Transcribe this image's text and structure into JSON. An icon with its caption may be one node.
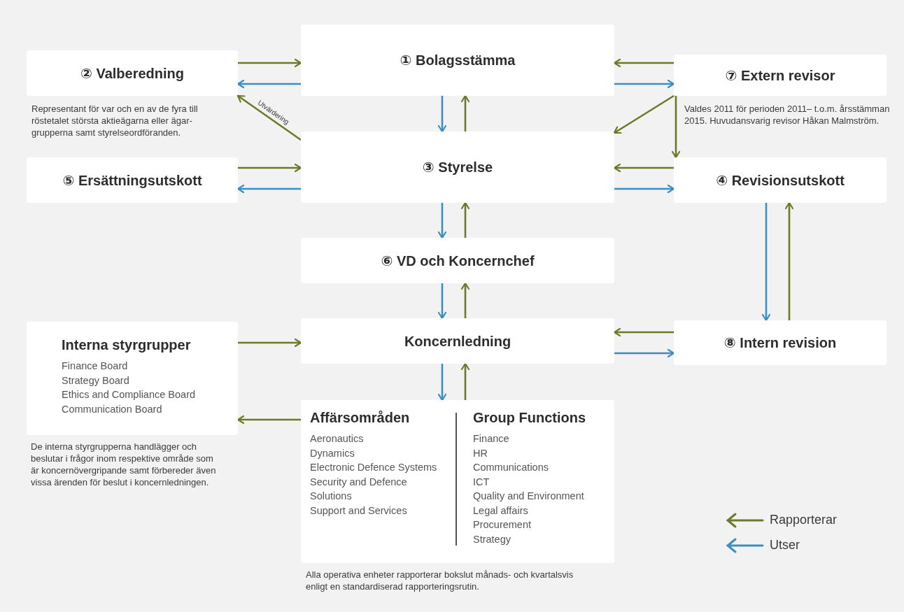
{
  "diagram": {
    "nodes": [
      {
        "text": [
          "① Bolagsstämma"
        ]
      },
      {
        "text": [
          "② Valberedning"
        ],
        "beside": [
          "Representant för var och en av de fyra till röstetalet största aktieägarna eller ägar-grupperna samt styrelseordföranden."
        ]
      },
      {
        "text": [
          "⑦ Extern revisor"
        ],
        "beside": [
          "Valdes 2011 för perioden 2011– t.o.m. årsstämman 2015. Huvudansvarig revisor Håkan Malmström."
        ]
      },
      {
        "text": [
          "③ Styrelse"
        ]
      },
      {
        "text": [
          "⑤ Ersättningsutskott"
        ]
      },
      {
        "text": [
          "④ Revisionsutskott"
        ]
      },
      {
        "text": [
          "⑥ VD och Koncernchef"
        ]
      },
      {
        "text": [
          "Koncernledning"
        ]
      },
      {
        "text": [
          "Interna styrgrupper",
          "Finance Board",
          "Strategy Board",
          "Ethics and Compliance Board",
          "Communication Board"
        ],
        "beside": [
          "De interna styrgrupperna handlägger och beslutar i frågor inom respektive område som är koncernövergripande samt förbereder även vissa ärenden för beslut i koncernledningen."
        ]
      },
      {
        "text": [
          "⑧ Intern revision"
        ]
      },
      {
        "text": [
          "Affärsområden",
          "Aeronautics",
          "Dynamics",
          "Electronic Defence Systems",
          "Security and Defence Solutions",
          "Support and Services",
          "Group Functions",
          "Finance",
          "HR",
          "Communications",
          "ICT",
          "Quality and Environment",
          "Legal affairs",
          "Procurement",
          "Strategy"
        ],
        "beside": [
          "Alla operativa enheter rapporterar bokslut månads- och kvartalsvis enligt en standardiserad rapporteringsrutin."
        ]
      }
    ],
    "edges": [
      {
        "from": 1,
        "to": 0,
        "arrow": "to"
      },
      {
        "from": 0,
        "to": 1,
        "arrow": "to",
        "color": "#3a8fc0"
      },
      {
        "from": 0,
        "to": 3,
        "arrow": "to",
        "color": "#3a8fc0"
      },
      {
        "from": 3,
        "to": 0,
        "arrow": "to"
      },
      {
        "from": 2,
        "to": 0,
        "arrow": "to"
      },
      {
        "from": 0,
        "to": 2,
        "arrow": "to",
        "color": "#3a8fc0"
      },
      {
        "from": 3,
        "to": 1,
        "arrow": "to",
        "label": "Utvärdering"
      },
      {
        "from": 4,
        "to": 3,
        "arrow": "to"
      },
      {
        "from": 3,
        "to": 4,
        "arrow": "to",
        "color": "#3a8fc0"
      },
      {
        "from": 5,
        "to": 3,
        "arrow": "to"
      },
      {
        "from": 3,
        "to": 5,
        "arrow": "to",
        "color": "#3a8fc0"
      },
      {
        "from": 2,
        "to": 3,
        "arrow": "to"
      },
      {
        "from": 2,
        "to": 5,
        "arrow": "to"
      },
      {
        "from": 3,
        "to": 6,
        "arrow": "to",
        "color": "#3a8fc0"
      },
      {
        "from": 6,
        "to": 3,
        "arrow": "to"
      },
      {
        "from": 6,
        "to": 7,
        "arrow": "to",
        "color": "#3a8fc0"
      },
      {
        "from": 7,
        "to": 6,
        "arrow": "to"
      },
      {
        "from": 8,
        "to": 7,
        "arrow": "to"
      },
      {
        "from": 9,
        "to": 7,
        "arrow": "to"
      },
      {
        "from": 7,
        "to": 9,
        "arrow": "to",
        "color": "#3a8fc0"
      },
      {
        "from": 5,
        "to": 9,
        "arrow": "to",
        "color": "#3a8fc0"
      },
      {
        "from": 9,
        "to": 5,
        "arrow": "to"
      },
      {
        "from": 7,
        "to": 10,
        "arrow": "to",
        "color": "#3a8fc0"
      },
      {
        "from": 10,
        "to": 7,
        "arrow": "to"
      },
      {
        "from": 10,
        "to": 8,
        "arrow": "to"
      }
    ],
    "legend": [
      {
        "text": "Rapporterar",
        "color": "#6b7a2a"
      },
      {
        "text": "Utser",
        "color": "#3a8fc0"
      }
    ]
  }
}
